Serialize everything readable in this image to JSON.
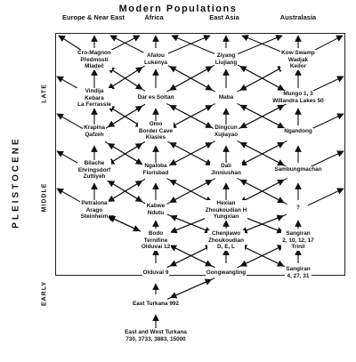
{
  "title": "Modern Populations",
  "columns": [
    "Europe &\nNear East",
    "Africa",
    "East Asia",
    "Australasia"
  ],
  "axis_label": "PLEISTOCENE",
  "periods": [
    "LATE",
    "MIDDLE",
    "EARLY"
  ],
  "sites": {
    "r0": [
      "Cro-Magnon\nPředmostí\nMladeč",
      "Afalou\nLukenya",
      "Ziyang\nLiujiang",
      "Kow Swamp\nWadjak\nKeilor"
    ],
    "r1": [
      "Vindija\nKebara\nLa Ferrassie",
      "Dar es Soltan",
      "Maba",
      "Mungo 1, 3\nWillandra Lakes 50"
    ],
    "r2": [
      "Krapina\nQafzeh",
      "Omo\nBorder Cave\nKlasies",
      "Dingcun\nXujiayao",
      "Ngandong"
    ],
    "r3": [
      "Bilache\nEhringsdorf\nZuttiyeh",
      "Ngaloba\nFlorisbad",
      "Dali\nJinniushan",
      "Sambungmachan"
    ],
    "r4": [
      "Petralona\nArago\nSteinheim",
      "Kabwe\nNdutu",
      "Hexian\nZhoukoudian H\nYungxian",
      "?"
    ],
    "r5": [
      "Bodo\nTernifine\nOlduvai 12",
      "Chenjiawo\nZhoukoudian\nD, E, L",
      "Sangiran\n2, 10, 12, 17\nTrinil"
    ],
    "r6": [
      "Olduvai 9",
      "Gongwangling",
      "Sangiran\n4, 27, 31"
    ],
    "r7": [
      "East Turkana 992"
    ],
    "r8": [
      "East and West Turkana\n730, 3733, 3883, 15000"
    ]
  }
}
